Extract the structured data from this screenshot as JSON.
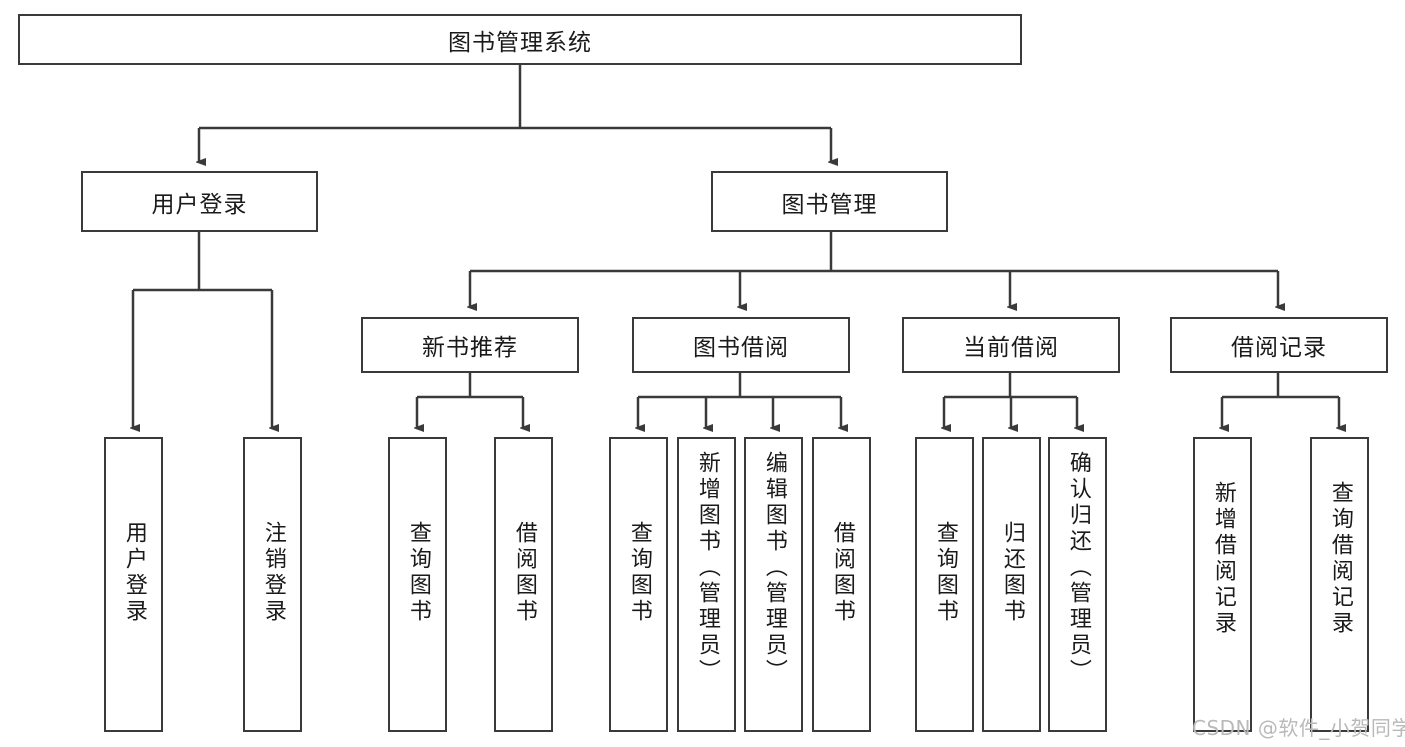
{
  "diagram": {
    "title": "图书管理系统",
    "type": "hierarchy-tree",
    "root": {
      "label": "图书管理系统",
      "name": "root-node-book-management-system"
    },
    "level2": [
      {
        "label": "用户登录",
        "name": "node-user-login"
      },
      {
        "label": "图书管理",
        "name": "node-book-management"
      }
    ],
    "level3": [
      {
        "label": "新书推荐",
        "name": "node-new-book-recommend"
      },
      {
        "label": "图书借阅",
        "name": "node-book-borrow"
      },
      {
        "label": "当前借阅",
        "name": "node-current-borrow"
      },
      {
        "label": "借阅记录",
        "name": "node-borrow-record"
      }
    ],
    "leaves": {
      "user_login": [
        {
          "label": "用户登录",
          "name": "leaf-user-login"
        },
        {
          "label": "注销登录",
          "name": "leaf-logout"
        }
      ],
      "new_book_recommend": [
        {
          "label": "查询图书",
          "name": "leaf-query-book-recommend"
        },
        {
          "label": "借阅图书",
          "name": "leaf-borrow-book-recommend"
        }
      ],
      "book_borrow": [
        {
          "label": "查询图书",
          "name": "leaf-query-book-borrow"
        },
        {
          "label": "新增图书（管理员）",
          "name": "leaf-add-book-admin"
        },
        {
          "label": "编辑图书（管理员）",
          "name": "leaf-edit-book-admin"
        },
        {
          "label": "借阅图书",
          "name": "leaf-borrow-book"
        }
      ],
      "current_borrow": [
        {
          "label": "查询图书",
          "name": "leaf-query-book-current"
        },
        {
          "label": "归还图书",
          "name": "leaf-return-book"
        },
        {
          "label": "确认归还（管理员）",
          "name": "leaf-confirm-return-admin"
        }
      ],
      "borrow_record": [
        {
          "label": "新增借阅记录",
          "name": "leaf-add-borrow-record"
        },
        {
          "label": "查询借阅记录",
          "name": "leaf-query-borrow-record"
        }
      ]
    }
  },
  "watermark": {
    "text": "CSDN @软件_小贺同学"
  },
  "colors": {
    "stroke": "#3a3a3a",
    "background": "#ffffff",
    "text": "#1a1a1a",
    "watermark": "#b9b9b9"
  }
}
